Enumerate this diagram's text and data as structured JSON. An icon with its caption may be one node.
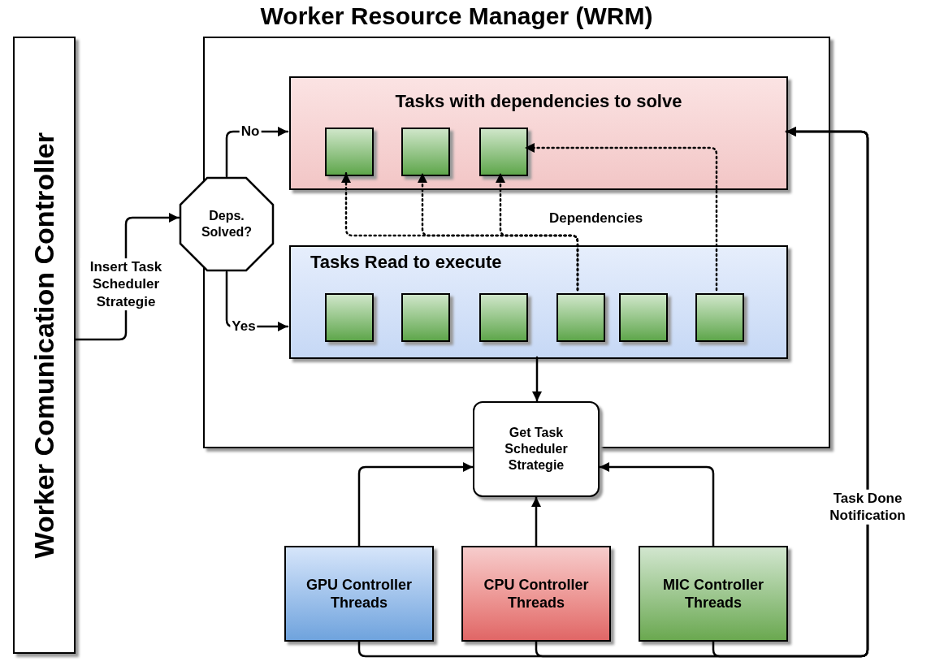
{
  "diagram": {
    "nodes": [
      {
        "text": [
          "Worker Comunication Controller"
        ]
      },
      {
        "text": [
          "Worker Resource Manager (WRM)"
        ]
      },
      {
        "text": [
          "Deps. Solved?"
        ]
      },
      {
        "text": [
          "Tasks with dependencies to solve"
        ],
        "in": 1
      },
      {
        "text": [],
        "shape": "box",
        "in": 3
      },
      {
        "text": [],
        "shape": "box",
        "in": 3
      },
      {
        "text": [],
        "shape": "box",
        "in": 3
      },
      {
        "text": [
          "Tasks Read to execute"
        ],
        "in": 1
      },
      {
        "text": [],
        "shape": "box",
        "in": 7
      },
      {
        "text": [],
        "shape": "box",
        "in": 7
      },
      {
        "text": [],
        "shape": "box",
        "in": 7
      },
      {
        "text": [],
        "shape": "box",
        "in": 7
      },
      {
        "text": [],
        "shape": "box",
        "in": 7
      },
      {
        "text": [],
        "shape": "box",
        "in": 7
      },
      {
        "text": [
          "Get Task Scheduler Strategie"
        ]
      },
      {
        "text": [
          "GPU Controller Threads"
        ]
      },
      {
        "text": [
          "CPU Controller Threads"
        ]
      },
      {
        "text": [
          "MIC Controller Threads"
        ]
      }
    ],
    "edges": [
      {
        "from": 0,
        "to": 2,
        "arrow": "to",
        "label": "Insert Task Scheduler Strategie"
      },
      {
        "from": 2,
        "to": 3,
        "arrow": "to",
        "label": "No"
      },
      {
        "from": 2,
        "to": 7,
        "arrow": "to",
        "label": "Yes"
      },
      {
        "from": 11,
        "to": 4,
        "arrow": "to",
        "style": "dashed"
      },
      {
        "from": 11,
        "to": 5,
        "arrow": "to",
        "style": "dashed"
      },
      {
        "from": 11,
        "to": 6,
        "arrow": "to",
        "style": "dashed"
      },
      {
        "from": 13,
        "to": 6,
        "arrow": "to",
        "style": "dashed"
      },
      {
        "from": 7,
        "to": 14,
        "arrow": "to"
      },
      {
        "from": 15,
        "to": 14,
        "arrow": "to"
      },
      {
        "from": 16,
        "to": 14,
        "arrow": "to"
      },
      {
        "from": 17,
        "to": 14,
        "arrow": "to"
      },
      {
        "from": 15,
        "to": 3,
        "arrow": "to"
      },
      {
        "from": 16,
        "to": 3,
        "arrow": "to"
      },
      {
        "from": 17,
        "to": 3,
        "arrow": "to",
        "label": "Task Done Notification"
      }
    ],
    "labels": [
      "Dependencies"
    ]
  }
}
